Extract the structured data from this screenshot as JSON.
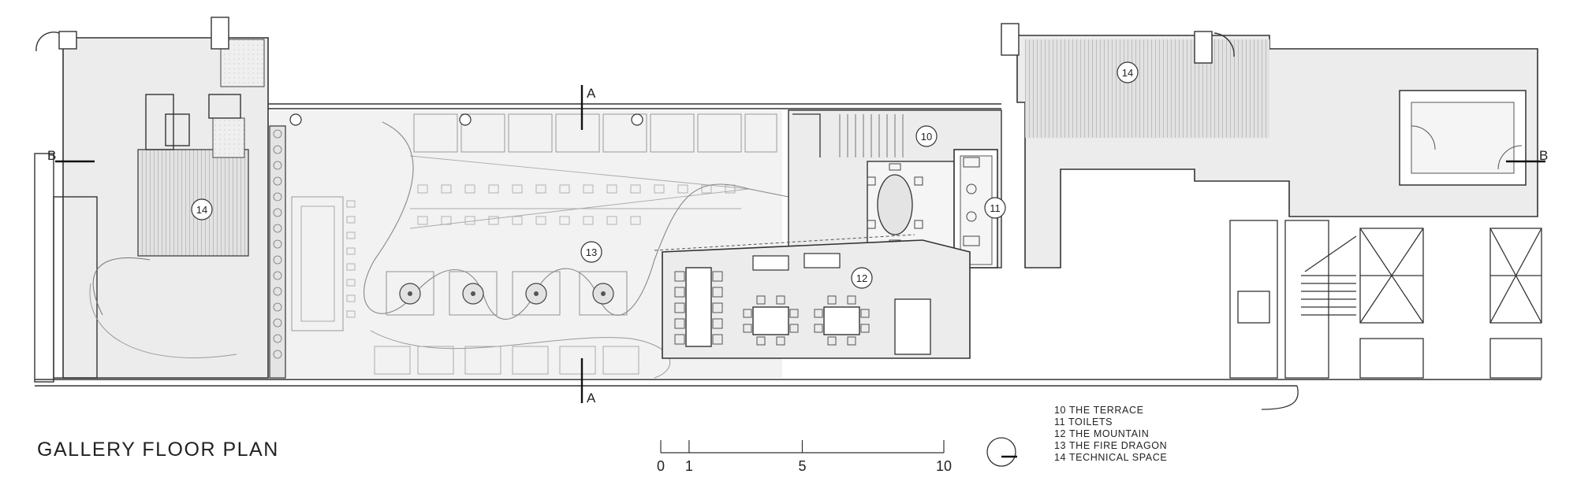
{
  "title": "GALLERY FLOOR PLAN",
  "section_marks": {
    "a_top": "A",
    "a_bottom": "A",
    "b_left": "B",
    "b_right": "B"
  },
  "room_tags": {
    "r10": "10",
    "r11": "11",
    "r12": "12",
    "r13": "13",
    "r14_left": "14",
    "r14_right": "14"
  },
  "legend": [
    "10 THE TERRACE",
    "11 TOILETS",
    "12 THE MOUNTAIN",
    "13 THE FIRE DRAGON",
    "14 TECHNICAL SPACE"
  ],
  "scale_bar": {
    "labels": [
      "0",
      "1",
      "5",
      "10"
    ],
    "values": [
      0,
      1,
      5,
      10
    ]
  },
  "north_arrow_icon": "north-arrow-icon",
  "colors": {
    "line": "#333333",
    "fill": "#ececec",
    "hatch": "#b5b5b5"
  }
}
